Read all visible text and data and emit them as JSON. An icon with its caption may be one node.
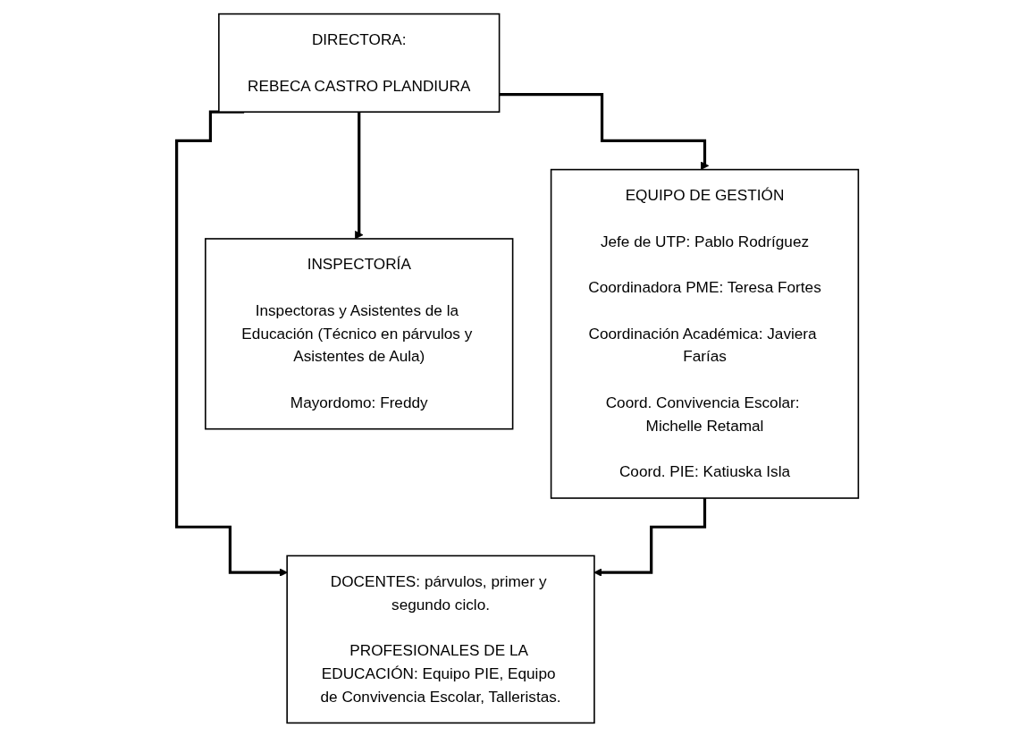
{
  "diagram": {
    "nodes": [
      {
        "text": [
          "DIRECTORA:",
          "REBECA CASTRO PLANDIURA"
        ]
      },
      {
        "text": [
          "EQUIPO DE GESTIÓN",
          "Jefe de UTP: Pablo Rodríguez",
          "Coordinadora PME: Teresa Fortes",
          "Coordinación Académica: Javiera Farías",
          "Coord. Convivencia Escolar: Michelle Retamal",
          "Coord. PIE: Katiuska Isla"
        ]
      },
      {
        "text": [
          "DOCENTES: párvulos, primer y segundo ciclo.",
          "PROFESIONALES DE LA EDUCACIÓN: Equipo PIE, Equipo de Convivencia Escolar, Talleristas."
        ]
      },
      {
        "text": [
          "INSPECTORÍA",
          "Inspectoras y Asistentes de la Educación (Técnico en párvulos y Asistentes de Aula)",
          "Mayordomo: Freddy"
        ]
      }
    ],
    "edges": [
      {
        "from": 0,
        "to": 3,
        "arrow": "to"
      },
      {
        "from": 0,
        "to": 2,
        "arrow": "to"
      },
      {
        "from": 0,
        "to": 1,
        "arrow": "to"
      },
      {
        "from": 1,
        "to": 2,
        "arrow": "to"
      }
    ]
  }
}
